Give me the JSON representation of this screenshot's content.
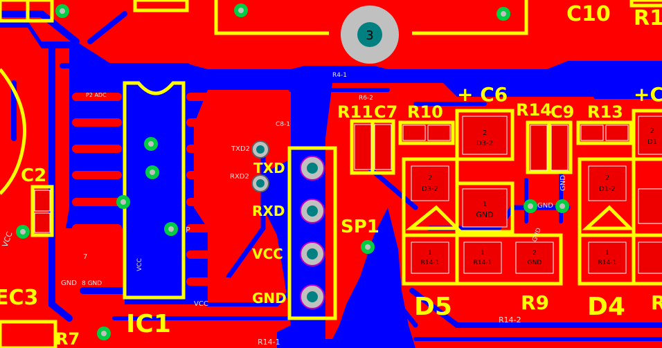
{
  "board": {
    "colors": {
      "top_copper": "#ff0000",
      "bottom_copper": "#0000ff",
      "silkscreen": "#ffff00",
      "via_ring": "#00cc44",
      "pad_hole": "#008080",
      "pad_ring": "#c0c0c0",
      "solder_mask_outline": "#c000c0"
    },
    "component_labels": {
      "ic1": "IC1",
      "ec3": "EC3",
      "c2": "C2",
      "r7": "R7",
      "sp1": "SP1",
      "d5": "D5",
      "d4": "D4",
      "r9": "R9",
      "c10": "C10",
      "r1": "R1",
      "r11": "R11",
      "c7": "C7",
      "r10": "R10",
      "c6": "+ C6",
      "r14": "R14",
      "c9": "C9",
      "r13": "R13",
      "plus_c": "+C",
      "partial_r": "R"
    },
    "header": {
      "txd": "TXD",
      "rxd": "RXD",
      "vcc": "VCC",
      "gnd": "GND"
    },
    "pad_labels": {
      "d3_2": "D3-2",
      "d3_2_b": "D3-2",
      "d1_2": "D1-2",
      "gnd_pad": "GND",
      "r14_1a": "R14-1",
      "r14_1b": "R14-1",
      "r14_1c": "R14-1",
      "gnd_small": "GND",
      "num_1": "1",
      "num_2": "2",
      "pin3": "3",
      "d1": "D1",
      "r14_2": "R14-2",
      "r14_1_net": "R14-1",
      "vcc_net": "VCC",
      "r4_1": "R4-1",
      "r6_2": "R6-2",
      "c8_1": "C8-1",
      "gnd_vert": "GND",
      "gnd_vert2": "GND",
      "vcc_side": "VCC",
      "ic_pin_vcc": "VCC",
      "ic_p_label": "P",
      "txd2": "TXD2",
      "rxd2": "RXD2",
      "gnd_r9": "GND",
      "num7": "7",
      "num8gnd": "8 GND",
      "gnd_left": "GND",
      "net_p2_adc": "P2 ADC"
    }
  }
}
